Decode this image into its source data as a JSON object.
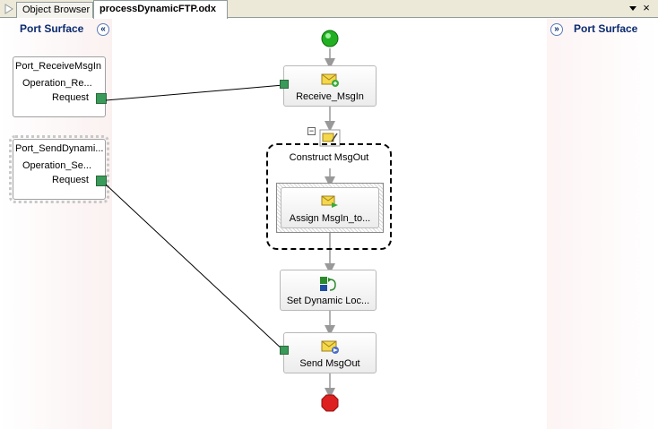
{
  "tabs": [
    {
      "label": "Object Browser"
    },
    {
      "label": "processDynamicFTP.odx"
    }
  ],
  "close_glyph": "×",
  "left_panel": {
    "title": "Port Surface",
    "collapse_glyph": "«",
    "ports": [
      {
        "name": "Port_ReceiveMsgIn",
        "operation": "Operation_Re...",
        "request": "Request"
      },
      {
        "name": "Port_SendDynami...",
        "operation": "Operation_Se...",
        "request": "Request"
      }
    ]
  },
  "right_panel": {
    "title": "Port Surface",
    "collapse_glyph": "»"
  },
  "orchestration": {
    "receive": {
      "label": "Receive_MsgIn",
      "icon": "receive-message-icon"
    },
    "construct": {
      "label": "Construct MsgOut",
      "icon": "construct-message-icon",
      "collapse_glyph": "−"
    },
    "assign": {
      "label": "Assign  MsgIn_to...",
      "icon": "message-assignment-icon"
    },
    "expression": {
      "label": "Set  Dynamic  Loc...",
      "icon": "expression-icon"
    },
    "send": {
      "label": "Send MsgOut",
      "icon": "send-message-icon"
    },
    "start_icon": "start-icon",
    "end_icon": "stop-icon"
  },
  "colors": {
    "panel_title": "#0a2a6e",
    "start": "#22b022",
    "end": "#dd2020",
    "port_connector": "#3a9a5a"
  }
}
